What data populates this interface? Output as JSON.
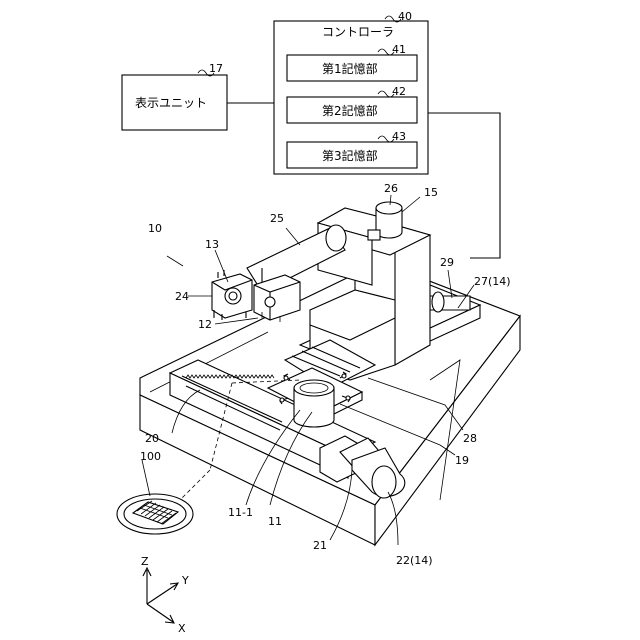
{
  "blocks": {
    "controller": {
      "label": "コントローラ",
      "ref": "40"
    },
    "memory1": {
      "label": "第1記憶部",
      "ref": "41"
    },
    "memory2": {
      "label": "第2記憶部",
      "ref": "42"
    },
    "memory3": {
      "label": "第3記憶部",
      "ref": "43"
    },
    "display": {
      "label": "表示ユニット",
      "ref": "17"
    }
  },
  "refs": {
    "apparatus": "10",
    "laser_head": "13",
    "camera": "24",
    "arm": "25",
    "motor_top": "26",
    "column": "15",
    "rail": "29",
    "rail_unit": "27(14)",
    "cover": "12",
    "stage": "28",
    "table_unit": "19",
    "chuck_table": "20",
    "clamp": "11-1",
    "holding": "11",
    "ball_screw": "21",
    "motor_x": "22(14)",
    "workpiece": "100"
  },
  "axes": {
    "z": "Z",
    "y": "Y",
    "x": "X"
  },
  "colors": {
    "line": "#000000",
    "background": "#ffffff"
  }
}
